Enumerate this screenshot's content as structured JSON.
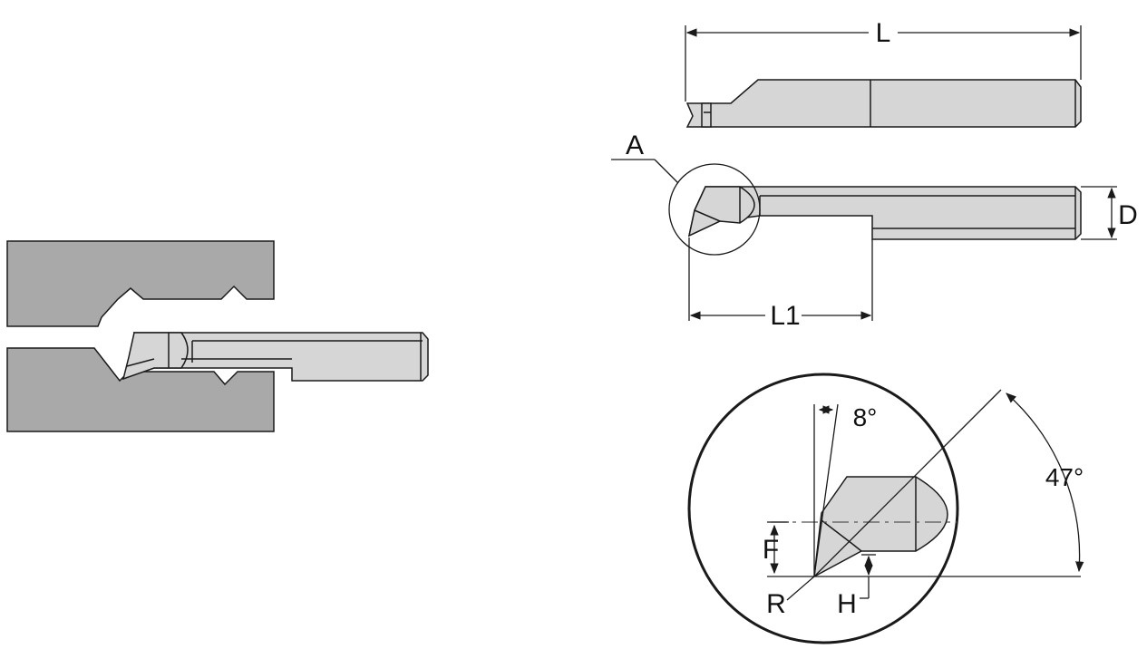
{
  "colors": {
    "steel": "#d6d6d6",
    "workpiece": "#a9a9a9",
    "outline": "#1a1a1a",
    "background": "#ffffff"
  },
  "labels": {
    "overall_length": "L",
    "detail_marker": "A",
    "shank_diameter": "D",
    "reach_length": "L1",
    "clearance_angle": "8°",
    "lead_angle": "47°",
    "tip_offset": "F",
    "corner_radius": "R",
    "groove_depth": "H"
  }
}
